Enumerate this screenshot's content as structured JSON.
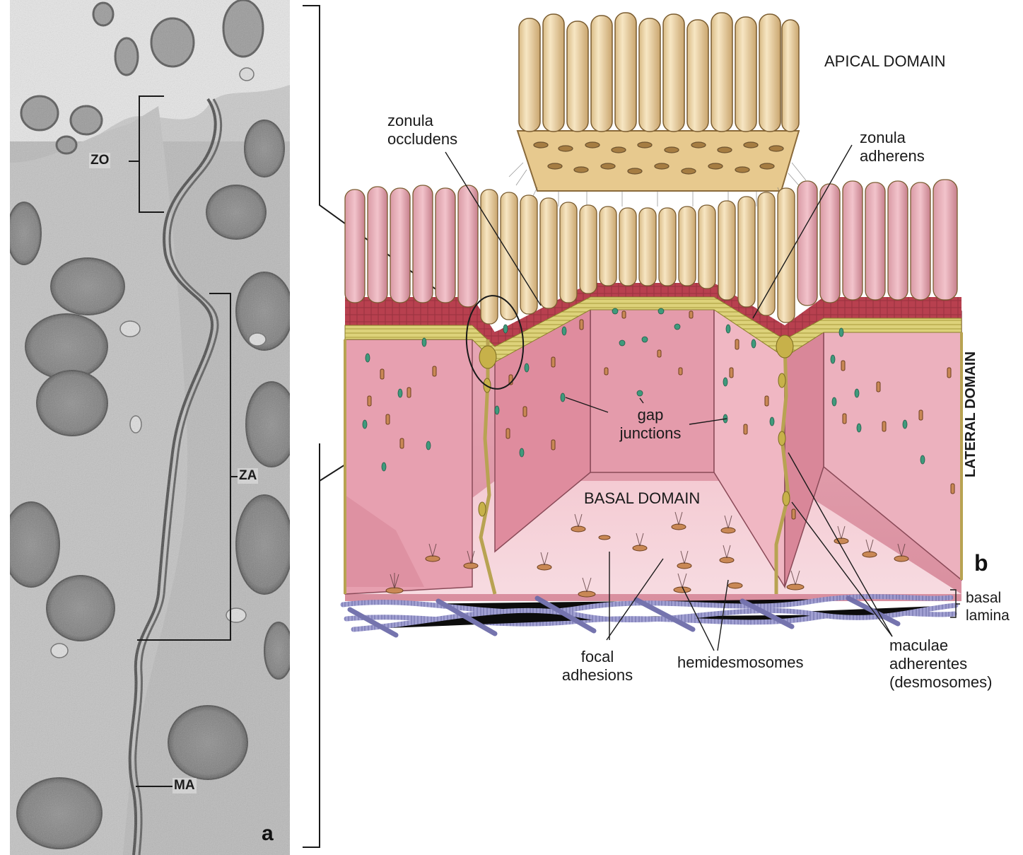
{
  "micrograph": {
    "labels": {
      "zo": "ZO",
      "za": "ZA",
      "ma": "MA"
    },
    "panel_letter": "a"
  },
  "diagram": {
    "panel_letter": "b",
    "labels": {
      "apical_domain": "APICAL DOMAIN",
      "lateral_domain": "LATERAL DOMAIN",
      "basal_domain": "BASAL DOMAIN",
      "zonula_occludens": [
        "zonula",
        "occludens"
      ],
      "zonula_adherens": [
        "zonula",
        "adherens"
      ],
      "gap_junctions": [
        "gap",
        "junctions"
      ],
      "basal_lamina": [
        "basal",
        "lamina"
      ],
      "focal_adhesions": [
        "focal",
        "adhesions"
      ],
      "hemidesmosomes": "hemidesmosomes",
      "maculae_adherentes": [
        "maculae",
        "adherentes",
        "(desmosomes)"
      ]
    }
  },
  "colors": {
    "microvilli": "#f2ddb4",
    "cytoplasm": "#e9a9b6",
    "cytoplasm_light": "#f6cfd6",
    "terminal_web": "#b8404f",
    "adhesion_belt": "#d9cf6a",
    "basal_lamina": "#8d8cc4",
    "gap_junction": "#3f9a7c",
    "em_background": "#c9c9c9"
  }
}
